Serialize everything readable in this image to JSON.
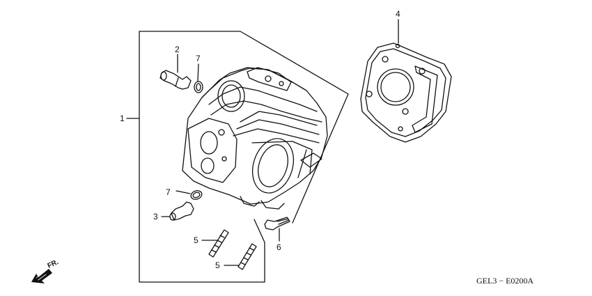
{
  "callouts": {
    "p1": "1",
    "p2": "2",
    "p3": "3",
    "p4": "4",
    "p5a": "5",
    "p5b": "5",
    "p6": "6",
    "p7a": "7",
    "p7b": "7"
  },
  "direction_label": "FR.",
  "diagram_code": "GEL3 − E0200A",
  "colors": {
    "ink": "#111111",
    "paper": "#ffffff"
  }
}
